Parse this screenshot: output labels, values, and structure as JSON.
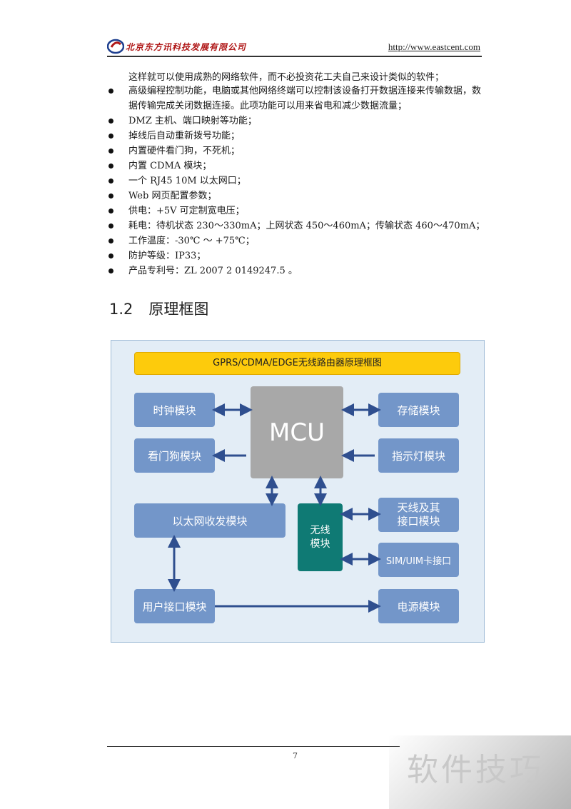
{
  "header": {
    "company": "北京东方讯科技发展有限公司",
    "url": "http://www.eastcent.com"
  },
  "intro_line": "这样就可以使用成熟的网络软件，而不必投资花工夫自己来设计类似的软件；",
  "bullets": [
    "高级编程控制功能，电脑或其他网络终端可以控制该设备打开数据连接来传输数据，数据传输完成关闭数据连接。此项功能可以用来省电和减少数据流量；",
    "DMZ 主机、端口映射等功能；",
    "掉线后自动重新拨号功能；",
    "内置硬件看门狗，不死机；",
    "内置 CDMA 模块；",
    "一个 RJ45 10M 以太网口；",
    "Web 网页配置参数；",
    "供电：+5V  可定制宽电压；",
    "耗电：待机状态 230～330mA；上网状态 450～460mA；传输状态 460～470mA；",
    "工作温度：-30℃ ～ +75℃；",
    "防护等级：IP33；",
    "产品专利号：ZL 2007 2 0149247.5 。"
  ],
  "section": {
    "number": "1.2",
    "title": "原理框图"
  },
  "diagram": {
    "title": "GPRS/CDMA/EDGE无线路由器原理框图",
    "mcu": "MCU",
    "clock": "时钟模块",
    "watchdog": "看门狗模块",
    "ethernet": "以太网收发模块",
    "user_port": "用户接口模块",
    "storage": "存储模块",
    "indicator": "指示灯模块",
    "antenna": "天线及其接口模块",
    "antenna_line1": "天线及其",
    "antenna_line2": "接口模块",
    "sim": "SIM/UIM卡接口",
    "power": "电源模块",
    "wireless_line1": "无线",
    "wireless_line2": "模块"
  },
  "footer": {
    "page": "7"
  },
  "watermark": {
    "text": "软件技巧"
  },
  "colors": {
    "block": "#7396c9",
    "mcu": "#a8a8a8",
    "wireless": "#0f7a74",
    "title_bar": "#fdcb0c",
    "arrow": "#2f4f8f",
    "company_red": "#b01818"
  }
}
